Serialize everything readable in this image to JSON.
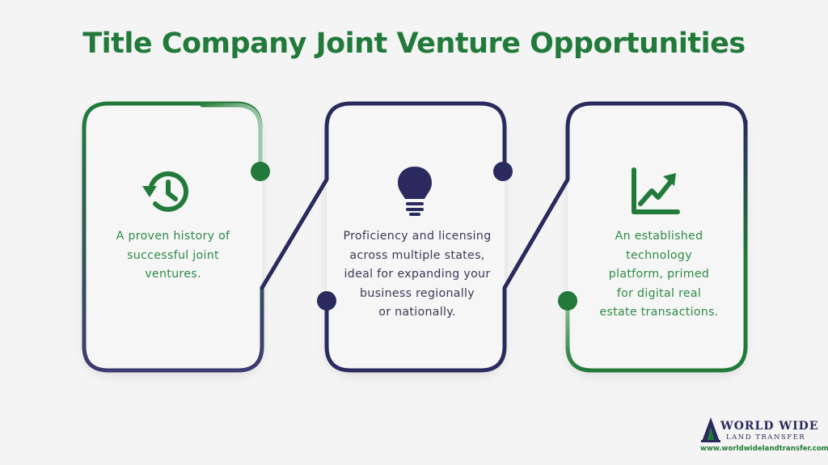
{
  "title": "Title Company Joint Venture Opportunities",
  "colors": {
    "green": "#227a3a",
    "navy": "#2a2a5e",
    "light_green": "#8cc19a",
    "text_green": "#2e8a46",
    "text_navy": "#3a3a5a",
    "background": "#f4f4f4"
  },
  "cards": [
    {
      "icon": "history-clock-icon",
      "text": "A proven history of\nsuccessful joint\nventures."
    },
    {
      "icon": "lightbulb-icon",
      "text": "Proficiency and licensing\nacross multiple states,\nideal for expanding your\nbusiness regionally\nor nationally."
    },
    {
      "icon": "growth-chart-icon",
      "text": "An established\ntechnology\nplatform, primed\nfor digital real\nestate transactions."
    }
  ],
  "logo": {
    "line1": "WORLD WIDE",
    "line2": "LAND TRANSFER",
    "url": "www.worldwidelandtransfer.com"
  }
}
